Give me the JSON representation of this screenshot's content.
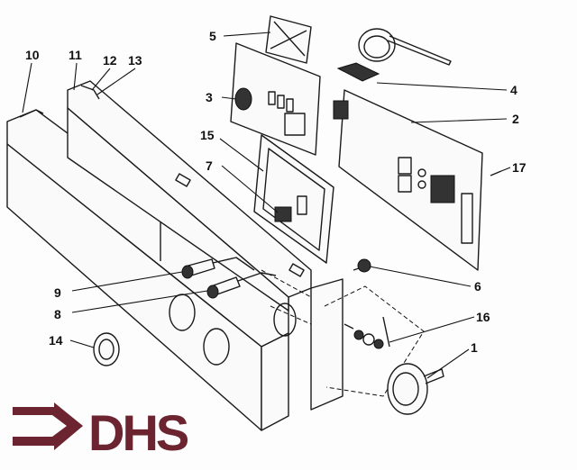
{
  "diagram": {
    "labels": {
      "p1": "1",
      "p2": "2",
      "p3": "3",
      "p4": "4",
      "p5": "5",
      "p6": "6",
      "p7": "7",
      "p8": "8",
      "p9": "9",
      "p10": "10",
      "p11": "11",
      "p12": "12",
      "p13": "13",
      "p14": "14",
      "p15": "15",
      "p16": "16",
      "p17": "17"
    }
  },
  "logo": {
    "text": "DHS",
    "color": "#6b2430"
  }
}
